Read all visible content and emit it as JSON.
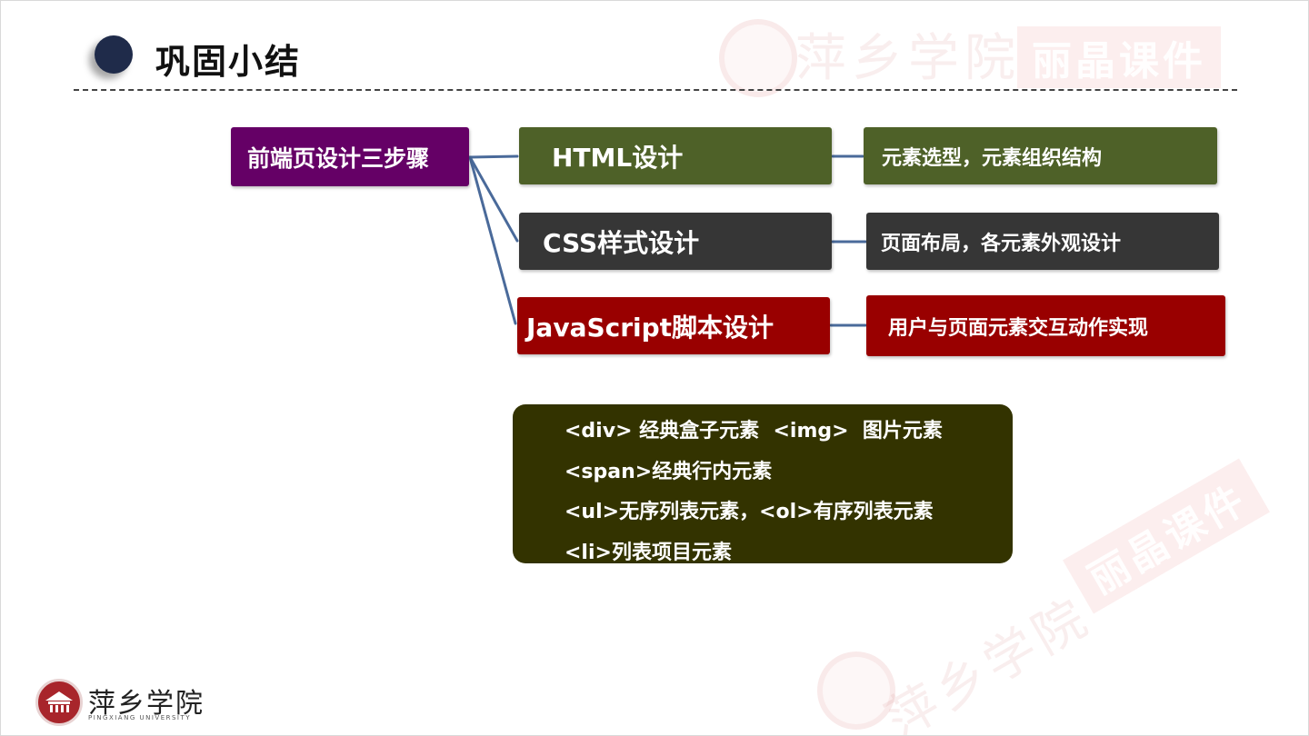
{
  "header": {
    "title": "巩固小结"
  },
  "mindmap": {
    "root": "前端页设计三步骤",
    "steps": [
      {
        "label": "HTML设计",
        "desc": "元素选型，元素组织结构",
        "color": "#4e6128"
      },
      {
        "label": "CSS样式设计",
        "desc": "页面布局，各元素外观设计",
        "color": "#363636"
      },
      {
        "label": "JavaScript脚本设计",
        "desc": "用户与页面元素交互动作实现",
        "color": "#990000"
      }
    ],
    "root_color": "#650066",
    "connector_color": "#4a6a9a"
  },
  "code_box": {
    "lines": [
      "<div> 经典盒子元素  <img>  图片元素",
      "<span>经典行内元素",
      "<ul>无序列表元素，<ol>有序列表元素",
      "<li>列表项目元素"
    ],
    "color": "#333300"
  },
  "footer": {
    "logo_name": "萍乡学院",
    "logo_en": "PINGXIANG UNIVERSITY"
  },
  "watermarks": {
    "school": "萍乡学院",
    "brand": "丽晶课件"
  }
}
